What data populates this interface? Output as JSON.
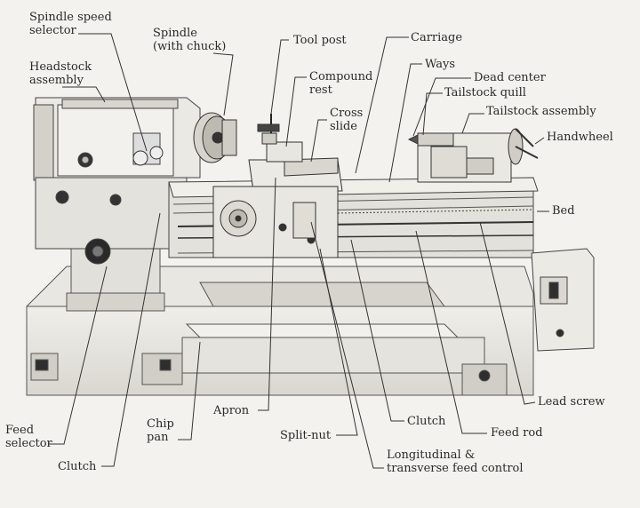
{
  "labels": {
    "spindle_speed_selector": "Spindle speed\nselector",
    "spindle": "Spindle\n(with chuck)",
    "tool_post": "Tool post",
    "carriage": "Carriage",
    "headstock_assembly": "Headstock\nassembly",
    "compound_rest": "Compound\nrest",
    "ways": "Ways",
    "dead_center": "Dead center",
    "tailstock_quill": "Tailstock quill",
    "cross_slide": "Cross\nslide",
    "tailstock_assembly": "Tailstock assembly",
    "handwheel": "Handwheel",
    "bed": "Bed",
    "lead_screw": "Lead screw",
    "feed_rod": "Feed rod",
    "clutch_right": "Clutch",
    "apron": "Apron",
    "chip_pan": "Chip\npan",
    "split_nut": "Split-nut",
    "longitudinal_feed": "Longitudinal &\ntransverse feed control",
    "feed_selector": "Feed\nselector",
    "clutch_left": "Clutch"
  },
  "colors": {
    "background": "#f3f2ee",
    "ink": "#2a2a2a",
    "machine_fill": "#e6e5df",
    "machine_shade": "#cfcdc6",
    "machine_dark": "#3a3a3a"
  }
}
